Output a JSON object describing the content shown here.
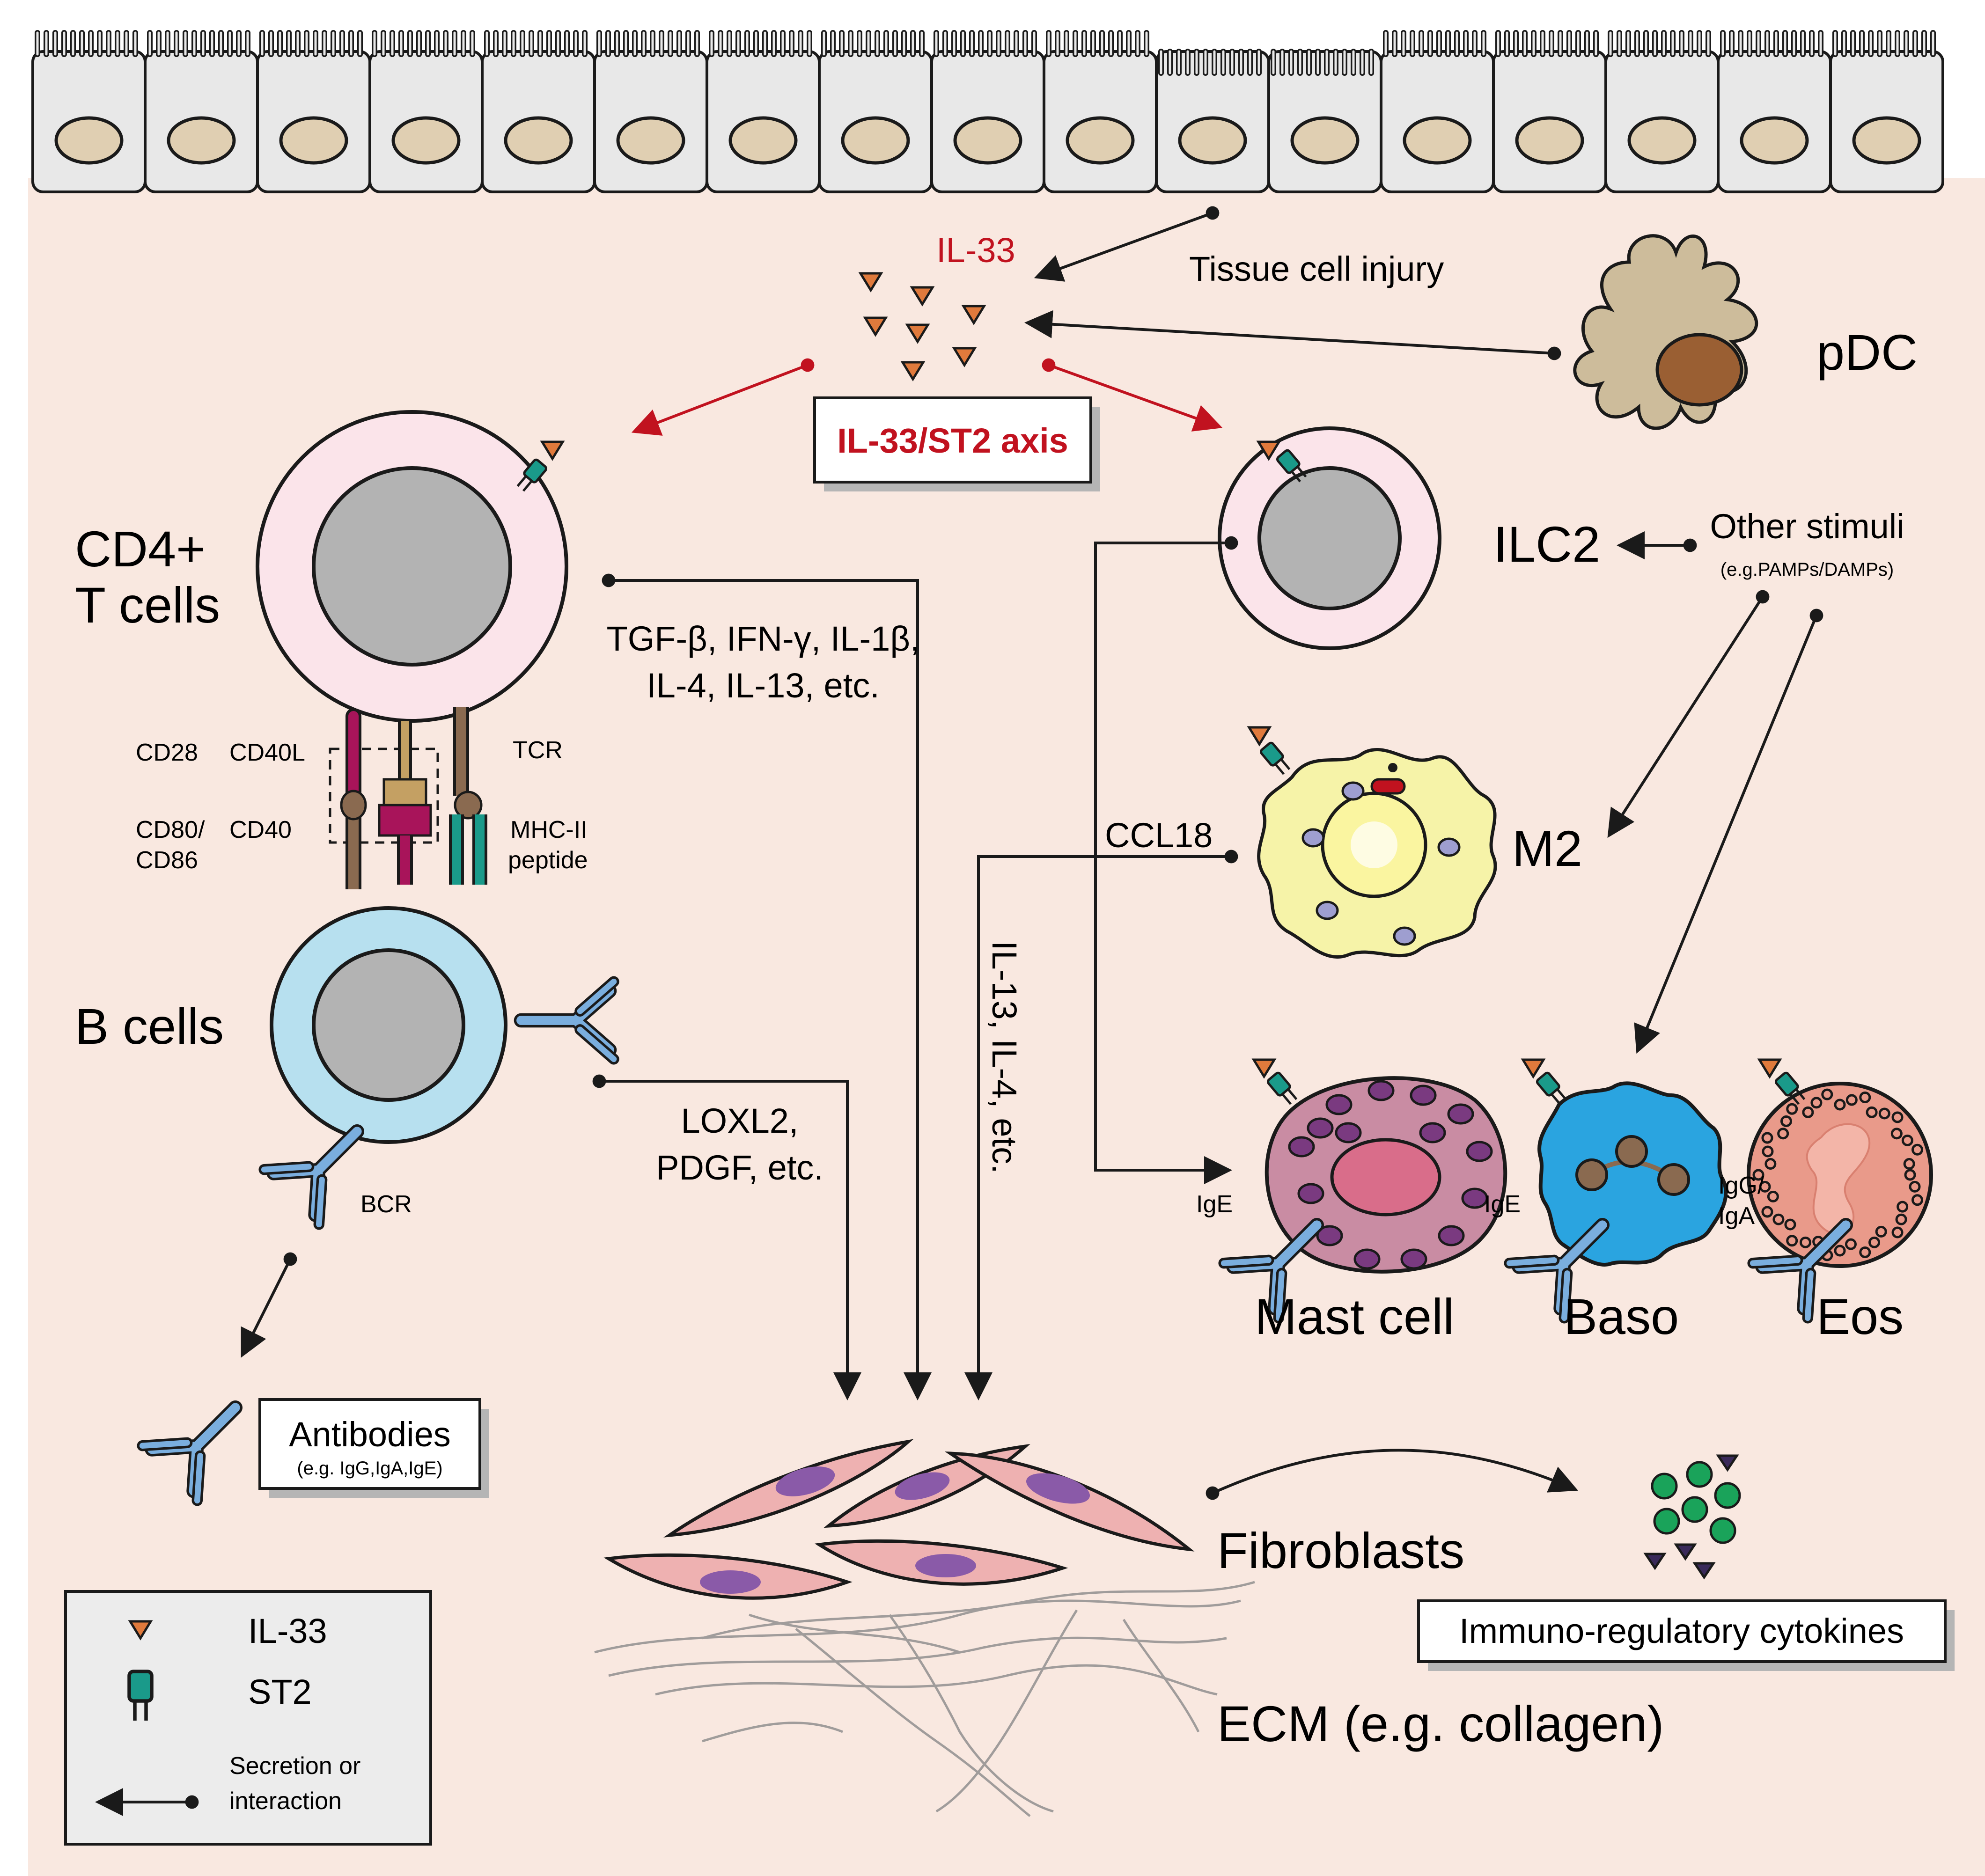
{
  "top": {
    "il33_label": "IL-33",
    "tissue_injury_label": "Tissue cell injury",
    "axis_label": "IL-33/ST2 axis",
    "pdc_label": "pDC"
  },
  "t_cells": {
    "label_line1": "CD4+",
    "label_line2": "T cells",
    "cd28": "CD28",
    "cd40l": "CD40L",
    "tcr": "TCR",
    "cd80_line1": "CD80/",
    "cd80_line2": "CD86",
    "cd40": "CD40",
    "mhc_line1": "MHC-II",
    "mhc_line2": "peptide",
    "cytokines_line1": "TGF-β, IFN-γ, IL-1β,",
    "cytokines_line2": "IL-4, IL-13, etc."
  },
  "b_cells": {
    "label": "B cells",
    "bcr": "BCR",
    "loxl2_line1": "LOXL2,",
    "loxl2_line2": "PDGF, etc."
  },
  "antibodies": {
    "title": "Antibodies",
    "subtitle": "(e.g. IgG,IgA,IgE)"
  },
  "right": {
    "ilc2": "ILC2",
    "other_stimuli": "Other stimuli",
    "other_stimuli_sub": "(e.g.PAMPs/DAMPs)",
    "ccl18": "CCL18",
    "m2": "M2",
    "il13_vertical": "IL-13, IL-4, etc.",
    "ige_mast": "IgE",
    "ige_baso": "IgE",
    "igg_line1": "IgG/",
    "igg_line2": "IgA",
    "mast_cell": "Mast cell",
    "baso": "Baso",
    "eos": "Eos"
  },
  "bottom": {
    "fibroblasts": "Fibroblasts",
    "ecm": "ECM (e.g. collagen)",
    "immuno_cytokines": "Immuno-regulatory cytokines"
  },
  "legend": {
    "il33": "IL-33",
    "st2": "ST2",
    "secretion_line1": "Secretion or",
    "secretion_line2": "interaction"
  },
  "colors": {
    "background": "#f9e8e0",
    "epithelium": "#e8e8e8",
    "nucleus_epi": "#e0cfb2",
    "il33": "#e07a3c",
    "st2": "#1a9a8a",
    "t_cell": "#fbe4ea",
    "b_cell": "#b7e0ef",
    "nucleus": "#b3b3b3",
    "pdc": "#cdbc9b",
    "pdc_nucleus": "#9a5f33",
    "macrophage": "#f6f3a8",
    "mast": "#c98ca3",
    "baso": "#2aa4e0",
    "eos": "#e99a8a",
    "fibroblast": "#eeb1b1",
    "fibro_nucleus": "#8a5aa8",
    "antibody": "#7aaede",
    "cytokine_green": "#1aa35a",
    "cytokine_dark": "#3a2a5a",
    "accent_red": "#c1121f"
  }
}
